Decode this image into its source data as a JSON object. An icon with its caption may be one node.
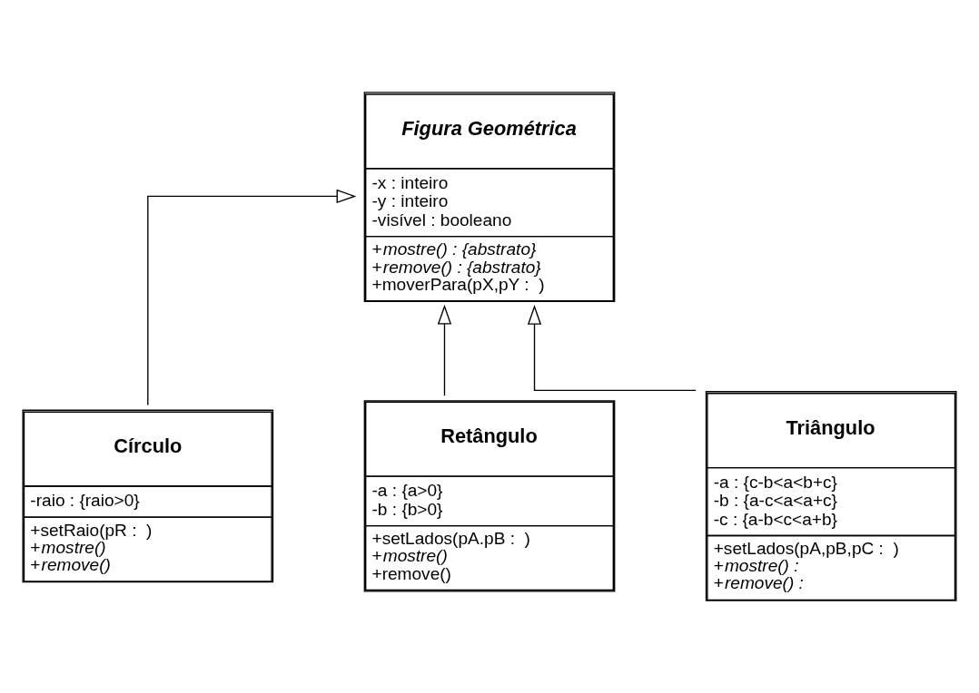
{
  "diagram": {
    "nodes": [
      {
        "text": [
          "Figura Geométrica",
          "-x : inteiro -y : inteiro -visível : booleano",
          "+*mostre() : {abstrato}* +*remove() : {abstrato}* +moverPara(pX,pY :  )"
        ]
      },
      {
        "text": [
          "Círculo",
          "-raio : {raio>0}",
          "+setRaio(pR :  ) +*mostre()* +*remove()*"
        ]
      },
      {
        "text": [
          "Retângulo",
          "-a : {a>0} -b : {b>0}",
          "+setLados(pA.pB :  ) +*mostre()* +remove()"
        ]
      },
      {
        "text": [
          "Triângulo",
          "-a : {c-b<a<b+c} -b : {a-c<a<a+c} -c : {a-b<c<a+b}",
          "+setLados(pA,pB,pC :  ) +*mostre() :* +*remove() :*"
        ]
      }
    ],
    "edges": [
      {
        "from": 1,
        "to": 0,
        "arrow": "to"
      },
      {
        "from": 2,
        "to": 0,
        "arrow": "to"
      },
      {
        "from": 3,
        "to": 0,
        "arrow": "to"
      }
    ]
  }
}
